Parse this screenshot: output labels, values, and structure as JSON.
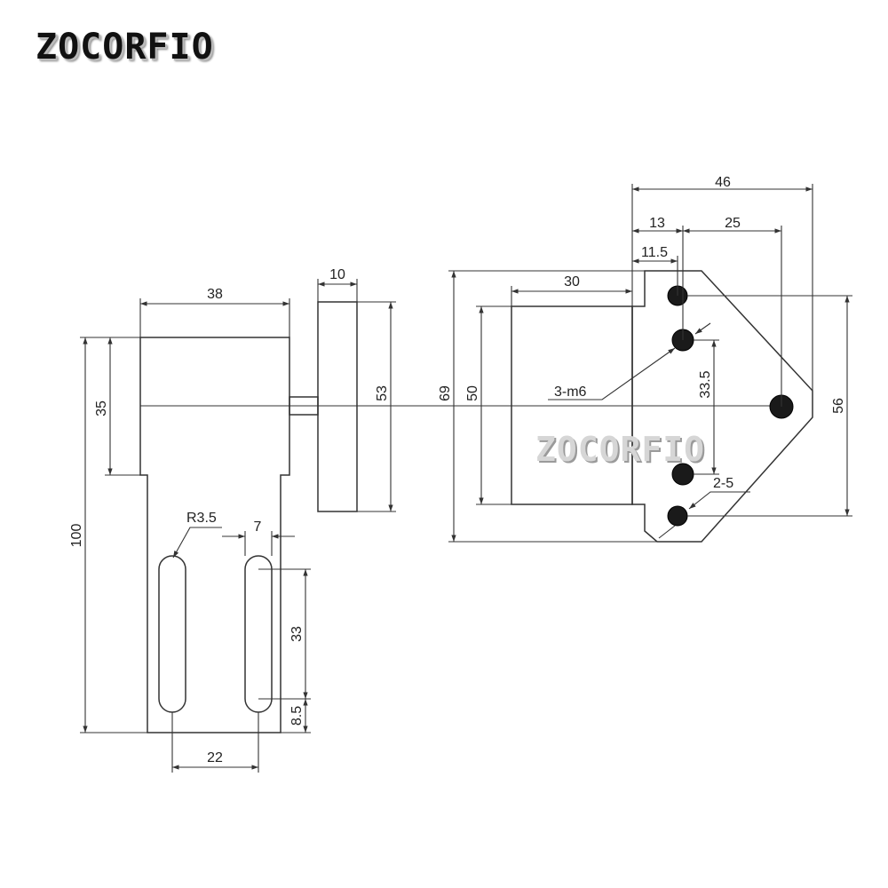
{
  "brand": {
    "logo_text": "ZOCORFIO",
    "watermark_text": "ZOCORFIO"
  },
  "dimensions": {
    "front_width": "38",
    "front_top_height": "35",
    "front_total_height": "100",
    "slot_radius": "R3.5",
    "slot_width": "7",
    "slot_length": "33",
    "slot_bottom_offset": "8.5",
    "slot_spacing": "22",
    "side_thickness": "10",
    "side_height": "53",
    "back_outer_height": "69",
    "back_inner_height": "50",
    "back_inner_width": "30",
    "back_total_width": "46",
    "hole_offset_13": "13",
    "hole_offset_25": "25",
    "hole_offset_11_5": "11.5",
    "hole_spacing": "33.5",
    "back_plate_height": "56",
    "thread_spec": "3-m6",
    "small_hole_spec": "2-5"
  },
  "colors": {
    "line": "#333333",
    "hole_fill": "#1a1a1a"
  }
}
